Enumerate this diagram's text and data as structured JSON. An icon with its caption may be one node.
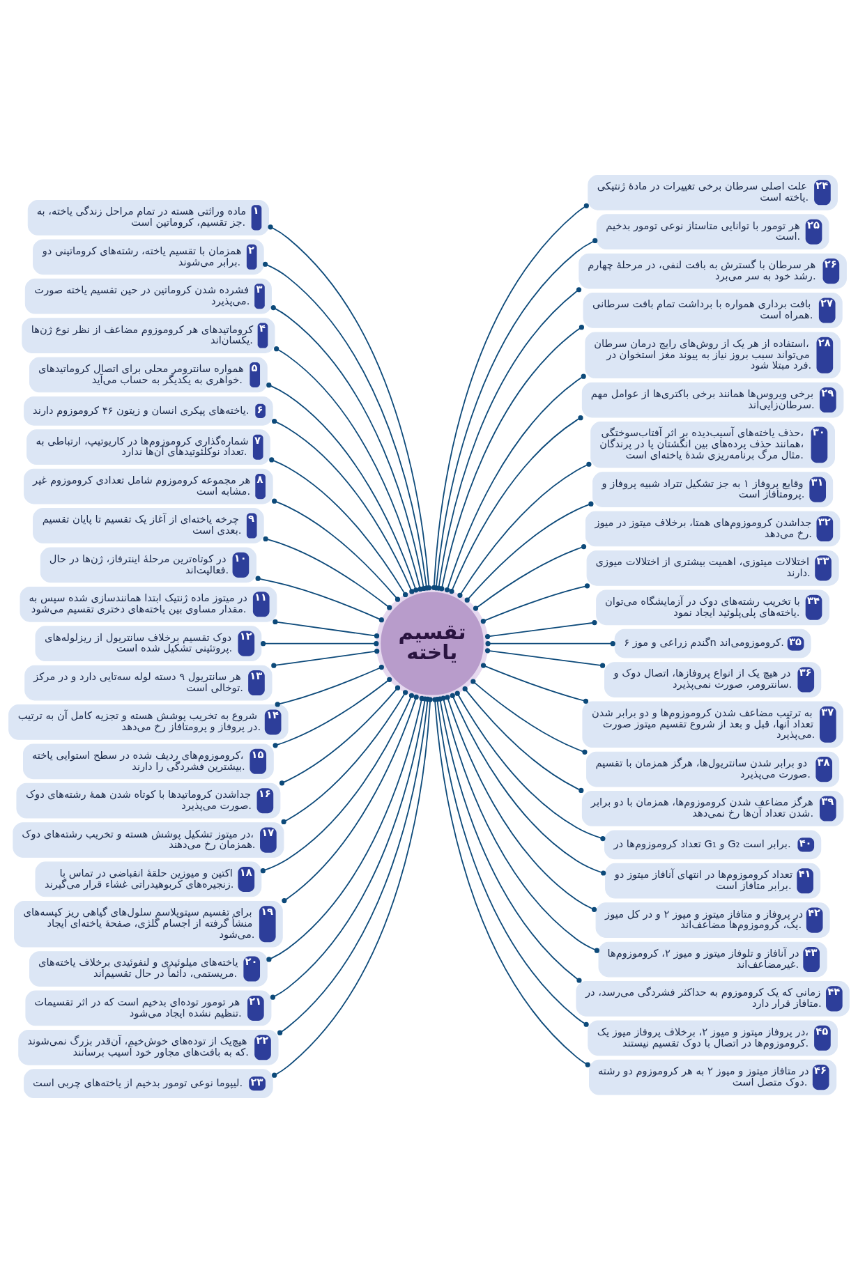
{
  "diagram": {
    "nodes": [
      {
        "text": [
          "تقسیم یاخته"
        ]
      },
      {
        "text": [
          "۱",
          "ماده وراثتی هسته در تمام مراحل زندگی یاخته، به جز تقسیم، کروماتین است."
        ]
      },
      {
        "text": [
          "۲",
          "همزمان با تقسیم یاخته، رشته‌های کروماتینی دو برابر می‌شوند."
        ]
      },
      {
        "text": [
          "۳",
          "فشرده شدن کروماتین در حین تقسیم یاخته صورت می‌پذیرد."
        ]
      },
      {
        "text": [
          "۴",
          "کروماتیدهای هر کروموزوم مضاعف از نظر نوع ژن‌ها یکسان‌اند."
        ]
      },
      {
        "text": [
          "۵",
          "همواره سانترومر محلی برای اتصال کروماتیدهای خواهری به یکدیگر به حساب می‌آید."
        ]
      },
      {
        "text": [
          "۶",
          "یاخته‌های پیکری انسان و زیتون ۴۶ کروموزوم دارند."
        ]
      },
      {
        "text": [
          "۷",
          "شماره‌گذاری کروموزوم‌ها در کاریوتیپ، ارتباطی به تعداد نوکلئوتیدهای آن‌ها ندارد."
        ]
      },
      {
        "text": [
          "۸",
          "هر مجموعه کروموزوم شامل تعدادی کروموزوم غیر مشابه است."
        ]
      },
      {
        "text": [
          "۹",
          "چرخه یاخته‌ای از آغاز یک تقسیم تا پایان تقسیم بعدی است."
        ]
      },
      {
        "text": [
          "۱۰",
          "در کوتاه‌ترین مرحلهٔ اینترفاز، ژن‌ها در حال فعالیت‌اند."
        ]
      },
      {
        "text": [
          "۱۱",
          "در میتوز ماده ژنتیک ابتدا همانندسازی شده سپس به مقدار مساوی بین یاخته‌های دختری تقسیم می‌شود."
        ]
      },
      {
        "text": [
          "۱۲",
          "دوک تقسیم برخلاف سانتریول از ریزلوله‌های پروتئینی تشکیل شده است."
        ]
      },
      {
        "text": [
          "۱۳",
          "هر سانتریول ۹ دسته لوله سه‌تایی دارد و در مرکز توخالی است."
        ]
      },
      {
        "text": [
          "۱۴",
          "شروع به تخریب پوشش هسته و تجزیه کامل آن به ترتیب در پروفاز و پرومتافاز رخ می‌دهد."
        ]
      },
      {
        "text": [
          "۱۵",
          "کروموزوم‌های ردیف شده در سطح استوایی یاخته، بیشترین فشردگی را دارند."
        ]
      },
      {
        "text": [
          "۱۶",
          "جداشدن کروماتیدها با کوتاه شدن همهٔ رشته‌های دوک صورت می‌پذیرد."
        ]
      },
      {
        "text": [
          "۱۷",
          "در میتوز تشکیل پوشش هسته و تخریب رشته‌های دوک، همزمان رخ می‌دهند."
        ]
      },
      {
        "text": [
          "۱۸",
          "اکتین و میوزین حلقهٔ انقباضی در تماس با زنجیره‌های کربوهیدراتی غشاء قرار می‌گیرند."
        ]
      },
      {
        "text": [
          "۱۹",
          "برای تقسیم سیتوپلاسم سلول‌های گیاهی ریز کیسه‌های منشأ گرفته از اجسام گلژی، صفحهٔ یاخته‌ای ایجاد می‌شود."
        ]
      },
      {
        "text": [
          "۲۰",
          "یاخته‌های میلوئیدی و لنفوئیدی برخلاف یاخته‌های مریستمی، دائماً در حال تقسیم‌اند."
        ]
      },
      {
        "text": [
          "۲۱",
          "هر تومور توده‌ای بدخیم است که در اثر تقسیمات تنظیم نشده ایجاد می‌شود."
        ]
      },
      {
        "text": [
          "۲۲",
          "هیچ‌یک از توده‌های خوش‌خیم، آن‌قدر بزرگ نمی‌شوند که به بافت‌های مجاور خود آسیب برسانند."
        ]
      },
      {
        "text": [
          "۲۳",
          "لیپوما نوعی تومور بدخیم از یاخته‌های چربی است."
        ]
      },
      {
        "text": [
          "۲۴",
          "علت اصلی سرطان برخی تغییرات در مادهٔ ژنتیکی یاخته است."
        ]
      },
      {
        "text": [
          "۲۵",
          "هر تومور با توانایی متاستاز نوعی تومور بدخیم است."
        ]
      },
      {
        "text": [
          "۲۶",
          "هر سرطان با گسترش به بافت لنفی، در مرحلهٔ چهارم رشد خود به سر می‌برد."
        ]
      },
      {
        "text": [
          "۲۷",
          "بافت برداری همواره با برداشت تمام بافت سرطانی همراه است."
        ]
      },
      {
        "text": [
          "۲۸",
          "استفاده از هر یک از روش‌های رایج درمان سرطان، می‌تواند سبب بروز نیاز به پیوند مغز استخوان در فرد مبتلا شود."
        ]
      },
      {
        "text": [
          "۲۹",
          "برخی ویروس‌ها همانند برخی باکتری‌ها از عوامل مهم سرطان‌زایی‌اند."
        ]
      },
      {
        "text": [
          "۳۰",
          "حذف یاخته‌های آسیب‌دیده بر اثر آفتاب‌سوختگی، همانند حذف پرده‌های بین انگشتان پا در پرندگان، مثال مرگ برنامه‌ریزی شدهٔ یاخته‌ای است."
        ]
      },
      {
        "text": [
          "۳۱",
          "وقایع پروفاز ۱ به جز تشکیل تتراد شبیه پروفاز و پرومتافاز است."
        ]
      },
      {
        "text": [
          "۳۲",
          "جداشدن کروموزوم‌های همتا، برخلاف میتوز در میوز رخ می‌دهد."
        ]
      },
      {
        "text": [
          "۳۳",
          "اختلالات میتوزی، اهمیت بیشتری از اختلالات میوزی دارند."
        ]
      },
      {
        "text": [
          "۳۴",
          "با تخریب رشته‌های دوک در آزمایشگاه می‌توان یاخته‌های پلی‌پلوئید ایجاد نمود."
        ]
      },
      {
        "text": [
          "۳۵",
          "گندم زراعی و موز ۶n کروموزومی‌اند."
        ]
      },
      {
        "text": [
          "۳۶",
          "در هیچ یک از انواع پروفازها، اتصال دوک و سانترومر، صورت نمی‌پذیرد."
        ]
      },
      {
        "text": [
          "۳۷",
          "به ترتیب مضاعف شدن کروموزوم‌ها و دو برابر شدن تعداد آنها، قبل و بعد از شروع تقسیم میتوز صورت می‌پذیرد."
        ]
      },
      {
        "text": [
          "۳۸",
          "دو برابر شدن سانتریول‌ها، هرگز همزمان با تقسیم صورت می‌پذیرد."
        ]
      },
      {
        "text": [
          "۳۹",
          "هرگز مضاعف شدن کروموزوم‌ها، همزمان با دو برابر شدن تعداد آن‌ها رخ نمی‌دهد."
        ]
      },
      {
        "text": [
          "۴۰",
          "تعداد کروموزوم‌ها در G₁ و G₂ برابر است."
        ]
      },
      {
        "text": [
          "۴۱",
          "تعداد کروموزوم‌ها در انتهای آنافاز میتوز دو برابر متافاز است."
        ]
      },
      {
        "text": [
          "۴۲",
          "در پروفاز و متافاز میتوز و میوز ۲ و در کل میوز یک، کروموزوم‌ها مضاعف‌اند."
        ]
      },
      {
        "text": [
          "۴۳",
          "در آنافاز و تلوفاز میتوز و میوز ۲، کروموزوم‌ها غیرمضاعف‌اند."
        ]
      },
      {
        "text": [
          "۴۴",
          "زمانی که یک کروموزوم به حداکثر فشردگی می‌رسد، در متافاز قرار دارد."
        ]
      },
      {
        "text": [
          "۴۵",
          "در پروفاز میتوز و میوز ۲، برخلاف پروفاز میوز یک، کروموزوم‌ها در اتصال با دوک تقسیم نیستند."
        ]
      },
      {
        "text": [
          "۴۶",
          "در متافاز میتوز و میوز ۲ به هر کروموزوم دو رشته دوک متصل است."
        ]
      }
    ],
    "edges": [
      {
        "from": 1,
        "to": 0,
        "arrow": "other"
      },
      {
        "from": 2,
        "to": 0,
        "arrow": "other"
      },
      {
        "from": 3,
        "to": 0,
        "arrow": "other"
      },
      {
        "from": 4,
        "to": 0,
        "arrow": "other"
      },
      {
        "from": 5,
        "to": 0,
        "arrow": "other"
      },
      {
        "from": 6,
        "to": 0,
        "arrow": "other"
      },
      {
        "from": 7,
        "to": 0,
        "arrow": "other"
      },
      {
        "from": 8,
        "to": 0,
        "arrow": "other"
      },
      {
        "from": 9,
        "to": 0,
        "arrow": "other"
      },
      {
        "from": 10,
        "to": 0,
        "arrow": "other"
      },
      {
        "from": 11,
        "to": 0,
        "arrow": "other"
      },
      {
        "from": 12,
        "to": 0,
        "arrow": "other"
      },
      {
        "from": 13,
        "to": 0,
        "arrow": "other"
      },
      {
        "from": 14,
        "to": 0,
        "arrow": "other"
      },
      {
        "from": 15,
        "to": 0,
        "arrow": "other"
      },
      {
        "from": 16,
        "to": 0,
        "arrow": "other"
      },
      {
        "from": 17,
        "to": 0,
        "arrow": "other"
      },
      {
        "from": 18,
        "to": 0,
        "arrow": "other"
      },
      {
        "from": 19,
        "to": 0,
        "arrow": "other"
      },
      {
        "from": 20,
        "to": 0,
        "arrow": "other"
      },
      {
        "from": 21,
        "to": 0,
        "arrow": "other"
      },
      {
        "from": 22,
        "to": 0,
        "arrow": "other"
      },
      {
        "from": 23,
        "to": 0,
        "arrow": "other"
      },
      {
        "from": 0,
        "to": 24,
        "arrow": "other"
      },
      {
        "from": 0,
        "to": 25,
        "arrow": "other"
      },
      {
        "from": 0,
        "to": 26,
        "arrow": "other"
      },
      {
        "from": 0,
        "to": 27,
        "arrow": "other"
      },
      {
        "from": 0,
        "to": 28,
        "arrow": "other"
      },
      {
        "from": 0,
        "to": 29,
        "arrow": "other"
      },
      {
        "from": 0,
        "to": 30,
        "arrow": "other"
      },
      {
        "from": 0,
        "to": 31,
        "arrow": "other"
      },
      {
        "from": 0,
        "to": 32,
        "arrow": "other"
      },
      {
        "from": 0,
        "to": 33,
        "arrow": "other"
      },
      {
        "from": 0,
        "to": 34,
        "arrow": "other"
      },
      {
        "from": 0,
        "to": 35,
        "arrow": "other"
      },
      {
        "from": 0,
        "to": 36,
        "arrow": "other"
      },
      {
        "from": 0,
        "to": 37,
        "arrow": "other"
      },
      {
        "from": 0,
        "to": 38,
        "arrow": "other"
      },
      {
        "from": 0,
        "to": 39,
        "arrow": "other"
      },
      {
        "from": 0,
        "to": 40,
        "arrow": "other"
      },
      {
        "from": 0,
        "to": 41,
        "arrow": "other"
      },
      {
        "from": 0,
        "to": 42,
        "arrow": "other"
      },
      {
        "from": 0,
        "to": 43,
        "arrow": "other"
      },
      {
        "from": 0,
        "to": 44,
        "arrow": "other"
      },
      {
        "from": 0,
        "to": 45,
        "arrow": "other"
      },
      {
        "from": 0,
        "to": 46,
        "arrow": "other"
      }
    ]
  }
}
